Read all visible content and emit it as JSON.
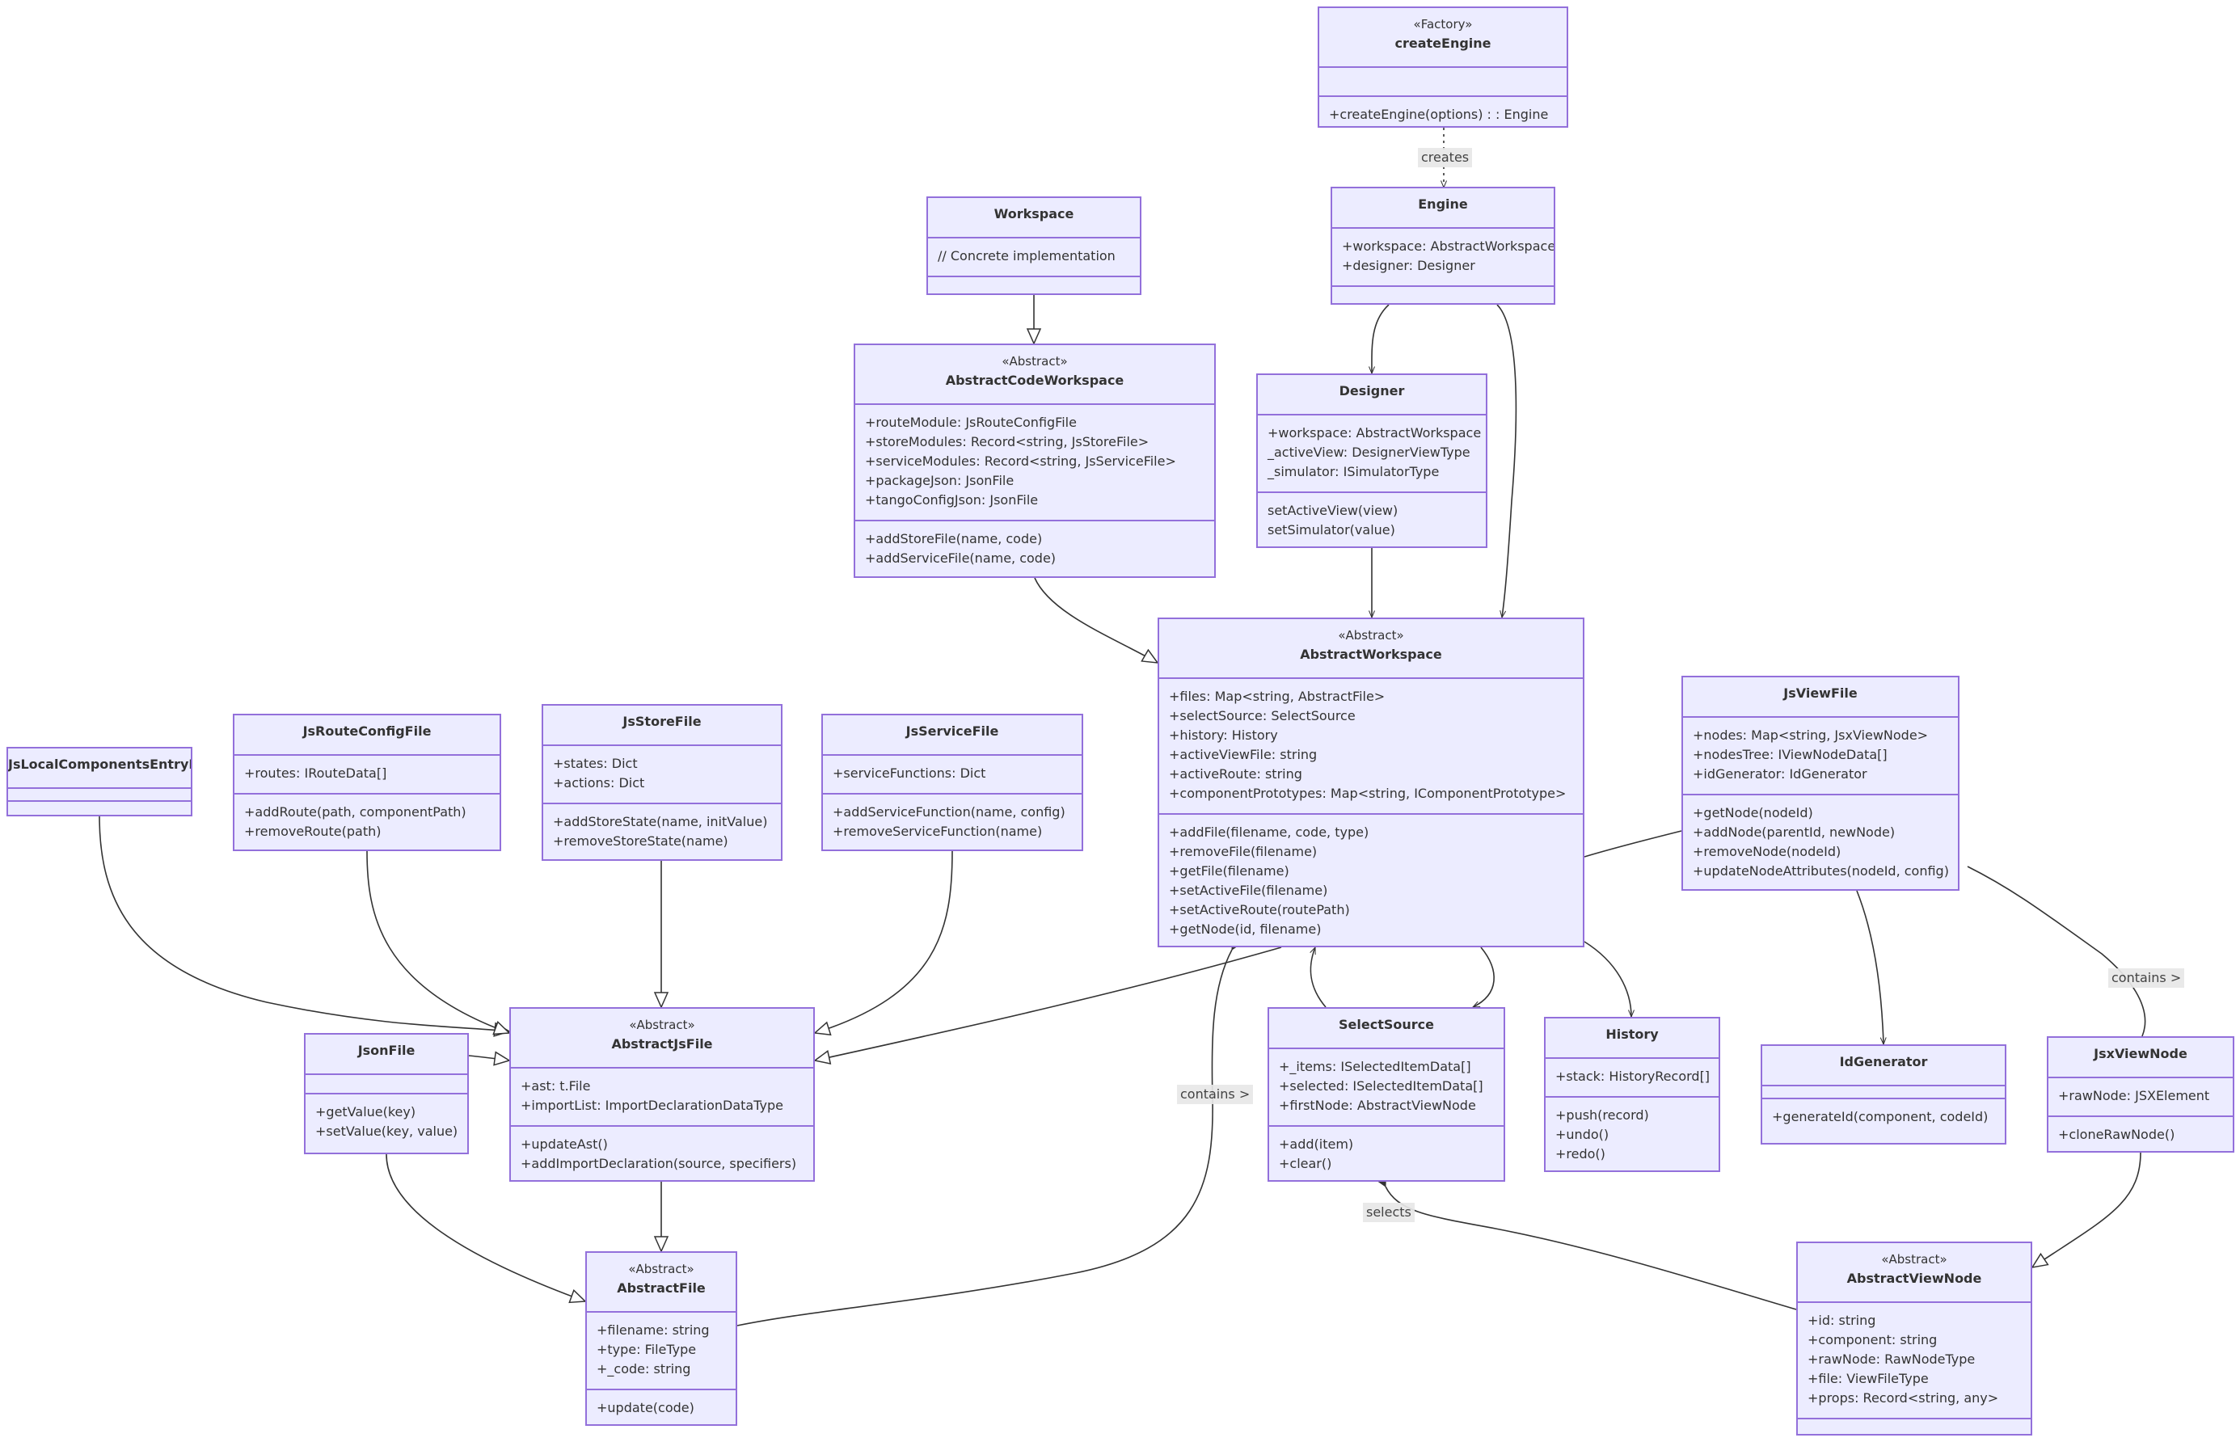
{
  "colors": {
    "fill": "#ECECFF",
    "stroke": "#9370DB",
    "text": "#333333",
    "edge": "#333333",
    "label_bg": "#E8E8E8"
  },
  "classes": {
    "createEngine": {
      "stereotype": "«Factory»",
      "name": "createEngine",
      "attributes": [],
      "methods": [
        "+createEngine(options) : : Engine"
      ]
    },
    "engine": {
      "name": "Engine",
      "attributes": [
        "+workspace: AbstractWorkspace",
        "+designer: Designer"
      ],
      "methods": []
    },
    "workspace": {
      "name": "Workspace",
      "attributes": [
        "// Concrete implementation"
      ],
      "methods": []
    },
    "designer": {
      "name": "Designer",
      "attributes": [
        "+workspace: AbstractWorkspace",
        "_activeView: DesignerViewType",
        "_simulator: ISimulatorType"
      ],
      "methods": [
        "setActiveView(view)",
        "setSimulator(value)"
      ]
    },
    "abstractCodeWorkspace": {
      "stereotype": "«Abstract»",
      "name": "AbstractCodeWorkspace",
      "attributes": [
        "+routeModule: JsRouteConfigFile",
        "+storeModules: Record<string, JsStoreFile>",
        "+serviceModules: Record<string, JsServiceFile>",
        "+packageJson: JsonFile",
        "+tangoConfigJson: JsonFile"
      ],
      "methods": [
        "+addStoreFile(name, code)",
        "+addServiceFile(name, code)"
      ]
    },
    "abstractWorkspace": {
      "stereotype": "«Abstract»",
      "name": "AbstractWorkspace",
      "attributes": [
        "+files: Map<string, AbstractFile>",
        "+selectSource: SelectSource",
        "+history: History",
        "+activeViewFile: string",
        "+activeRoute: string",
        "+componentPrototypes: Map<string, IComponentPrototype>"
      ],
      "methods": [
        "+addFile(filename, code, type)",
        "+removeFile(filename)",
        "+getFile(filename)",
        "+setActiveFile(filename)",
        "+setActiveRoute(routePath)",
        "+getNode(id, filename)"
      ]
    },
    "jsViewFile": {
      "name": "JsViewFile",
      "attributes": [
        "+nodes: Map<string, JsxViewNode>",
        "+nodesTree: IViewNodeData[]",
        "+idGenerator: IdGenerator"
      ],
      "methods": [
        "+getNode(nodeId)",
        "+addNode(parentId, newNode)",
        "+removeNode(nodeId)",
        "+updateNodeAttributes(nodeId, config)"
      ]
    },
    "jsLocalComponentsEntryFile": {
      "name": "JsLocalComponentsEntryFile",
      "attributes": [],
      "methods": []
    },
    "jsRouteConfigFile": {
      "name": "JsRouteConfigFile",
      "attributes": [
        "+routes: IRouteData[]"
      ],
      "methods": [
        "+addRoute(path, componentPath)",
        "+removeRoute(path)"
      ]
    },
    "jsStoreFile": {
      "name": "JsStoreFile",
      "attributes": [
        "+states: Dict",
        "+actions: Dict"
      ],
      "methods": [
        "+addStoreState(name, initValue)",
        "+removeStoreState(name)"
      ]
    },
    "jsServiceFile": {
      "name": "JsServiceFile",
      "attributes": [
        "+serviceFunctions: Dict"
      ],
      "methods": [
        "+addServiceFunction(name, config)",
        "+removeServiceFunction(name)"
      ]
    },
    "jsonFile": {
      "name": "JsonFile",
      "attributes": [],
      "methods": [
        "+getValue(key)",
        "+setValue(key, value)"
      ]
    },
    "abstractJsFile": {
      "stereotype": "«Abstract»",
      "name": "AbstractJsFile",
      "attributes": [
        "+ast: t.File",
        "+importList: ImportDeclarationDataType"
      ],
      "methods": [
        "+updateAst()",
        "+addImportDeclaration(source, specifiers)"
      ]
    },
    "selectSource": {
      "name": "SelectSource",
      "attributes": [
        "+_items: ISelectedItemData[]",
        "+selected: ISelectedItemData[]",
        "+firstNode: AbstractViewNode"
      ],
      "methods": [
        "+add(item)",
        "+clear()"
      ]
    },
    "history": {
      "name": "History",
      "attributes": [
        "+stack: HistoryRecord[]"
      ],
      "methods": [
        "+push(record)",
        "+undo()",
        "+redo()"
      ]
    },
    "idGenerator": {
      "name": "IdGenerator",
      "attributes": [],
      "methods": [
        "+generateId(component, codeId)"
      ]
    },
    "jsxViewNode": {
      "name": "JsxViewNode",
      "attributes": [
        "+rawNode: JSXElement"
      ],
      "methods": [
        "+cloneRawNode()"
      ]
    },
    "abstractFile": {
      "stereotype": "«Abstract»",
      "name": "AbstractFile",
      "attributes": [
        "+filename: string",
        "+type: FileType",
        "+_code: string"
      ],
      "methods": [
        "+update(code)"
      ]
    },
    "abstractViewNode": {
      "stereotype": "«Abstract»",
      "name": "AbstractViewNode",
      "attributes": [
        "+id: string",
        "+component: string",
        "+rawNode: RawNodeType",
        "+file: ViewFileType",
        "+props: Record<string, any>"
      ],
      "methods": []
    }
  },
  "edge_labels": {
    "creates": "creates",
    "contains_file": "contains >",
    "contains_node": "contains >",
    "selects": "selects"
  }
}
